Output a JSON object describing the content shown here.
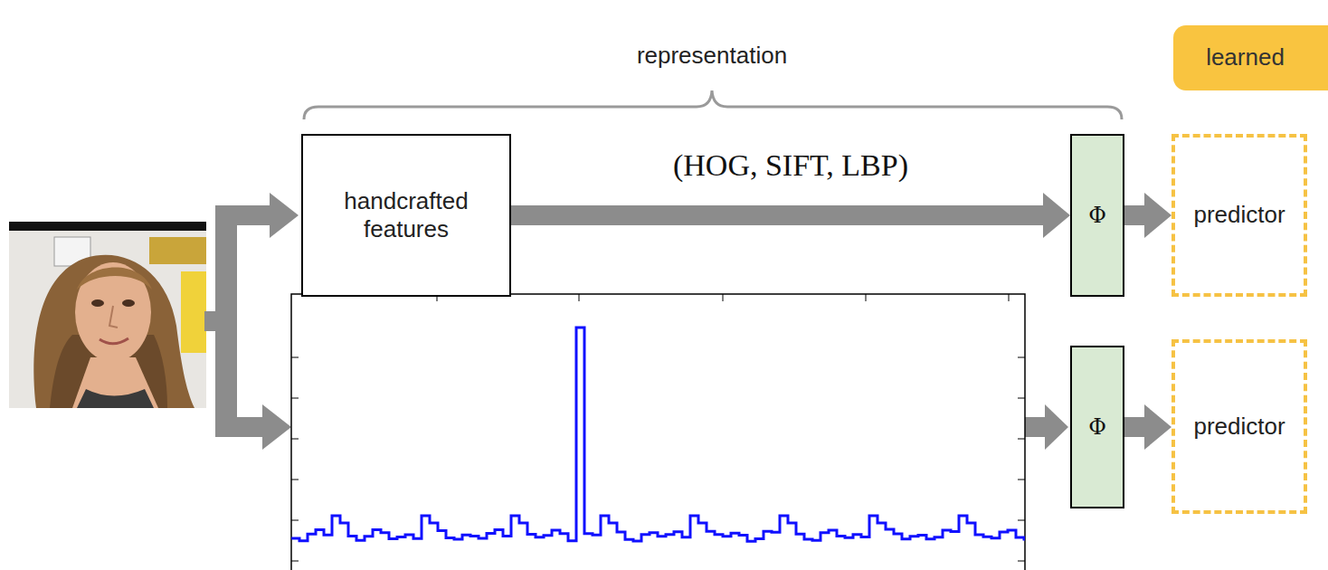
{
  "diagram": {
    "nodes": [
      {
        "text": [
          "learned"
        ]
      },
      {
        "text": [
          "handcrafted features"
        ]
      },
      {
        "text": [
          "Φ"
        ]
      },
      {
        "text": [
          "predictor"
        ]
      },
      {
        "text": [
          "Φ"
        ]
      },
      {
        "text": [
          "predictor"
        ]
      }
    ],
    "edges": [
      {
        "from": 1,
        "to": 2,
        "arrow": "to",
        "label": "(HOG, SIFT, LBP)"
      },
      {
        "from": 2,
        "to": 3,
        "arrow": "to"
      },
      {
        "from": 4,
        "to": 5,
        "arrow": "to"
      }
    ],
    "labels": [
      "representation"
    ]
  }
}
